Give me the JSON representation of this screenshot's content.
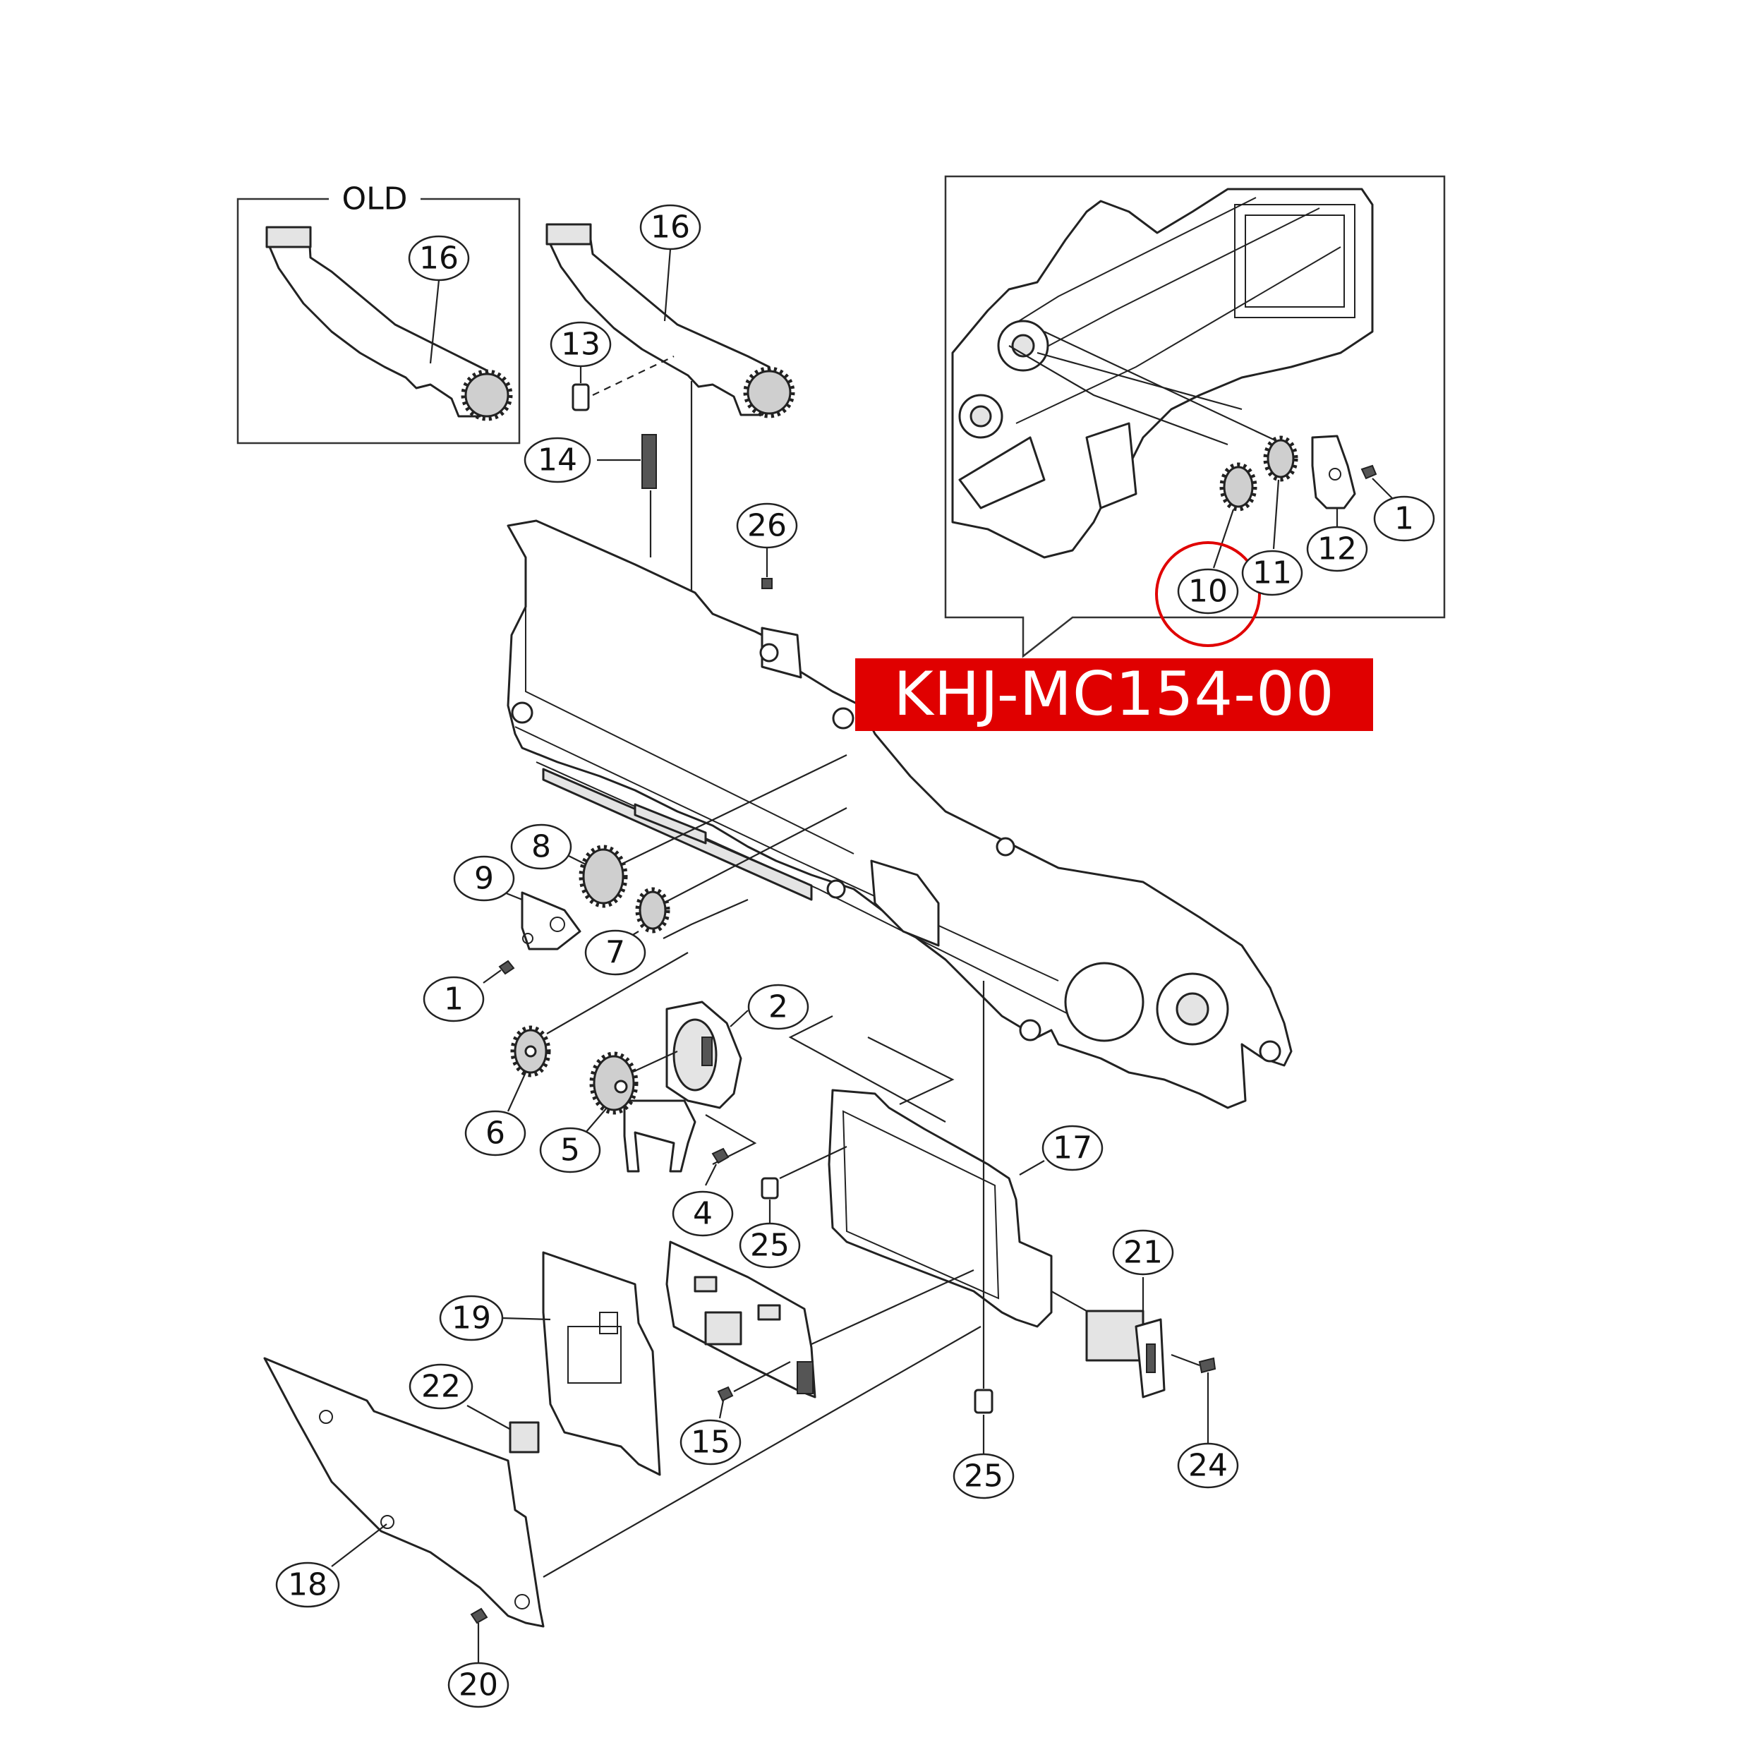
{
  "banner": {
    "part_number": "KHJ-MC154-00",
    "color": "#e00000",
    "text_color": "#ffffff"
  },
  "old_box": {
    "label": "OLD",
    "callout": "16"
  },
  "highlight_color": "#e00000",
  "callouts": {
    "c16": "16",
    "c13": "13",
    "c14": "14",
    "c26": "26",
    "c8": "8",
    "c9": "9",
    "c7": "7",
    "c1a": "1",
    "c1b": "1",
    "c2": "2",
    "c6": "6",
    "c5": "5",
    "c4": "4",
    "c25a": "25",
    "c25b": "25",
    "c17": "17",
    "c21": "21",
    "c19": "19",
    "c22": "22",
    "c15": "15",
    "c24": "24",
    "c18": "18",
    "c20": "20",
    "c10": "10",
    "c11": "11",
    "c12": "12"
  }
}
